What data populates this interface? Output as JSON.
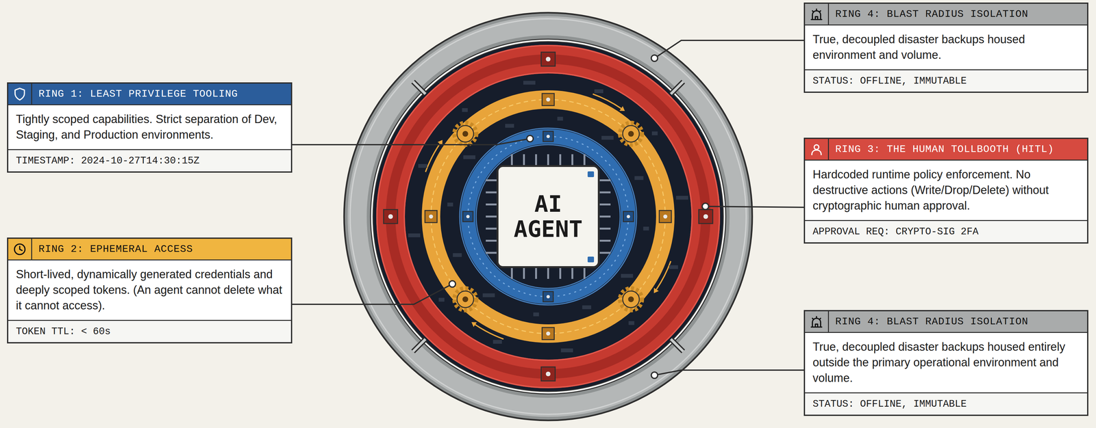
{
  "diagram": {
    "nodes": [
      {
        "text": [
          "RING 4: BLAST RADIUS ISOLATION",
          "True, decoupled disaster backups housed environment and volume.",
          "STATUS: OFFLINE, IMMUTABLE"
        ]
      },
      {
        "text": [
          "RING 1: LEAST PRIVILEGE TOOLING",
          "Tightly scoped capabilities. Strict separation of Dev, Staging, and Production environments.",
          "TIMESTAMP: 2024-10-27T14:30:15Z"
        ]
      },
      {
        "text": [
          "RING 3: THE HUMAN TOLLBOOTH (HITL)",
          "Hardcoded runtime policy enforcement. No destructive actions (Write/Drop/Delete) without cryptographic human approval.",
          "APPROVAL REQ: CRYPTO-SIG 2FA"
        ]
      },
      {
        "text": [
          "AI AGENT"
        ]
      },
      {
        "text": [
          "RING 2: EPHEMERAL ACCESS",
          "Short-lived, dynamically generated credentials and deeply scoped tokens. (An agent cannot delete what it cannot access).",
          "TOKEN TTL: < 60s"
        ]
      },
      {
        "text": [
          "RING 4: BLAST RADIUS ISOLATION",
          "True, decoupled disaster backups housed entirely outside the primary operational environment and volume.",
          "STATUS: OFFLINE, IMMUTABLE"
        ]
      }
    ]
  }
}
